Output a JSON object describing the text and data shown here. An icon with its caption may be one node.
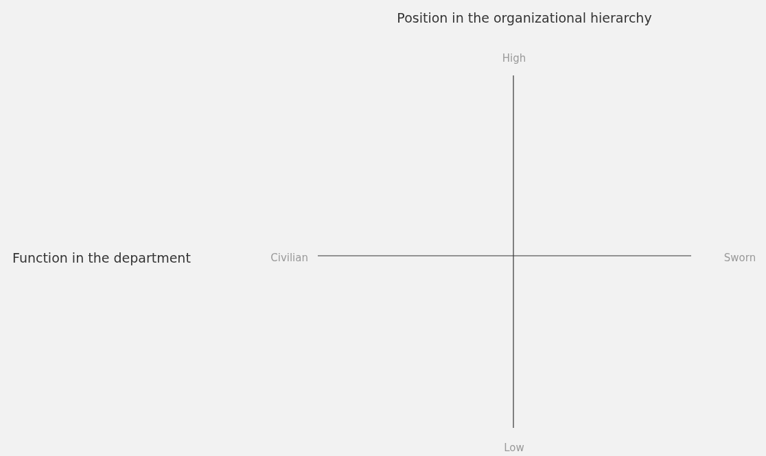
{
  "diagram": {
    "labels": [
      "Position in the organizational hierarchy",
      "High",
      "Function in the department",
      "Civilian",
      "Sworn",
      "Low"
    ]
  }
}
